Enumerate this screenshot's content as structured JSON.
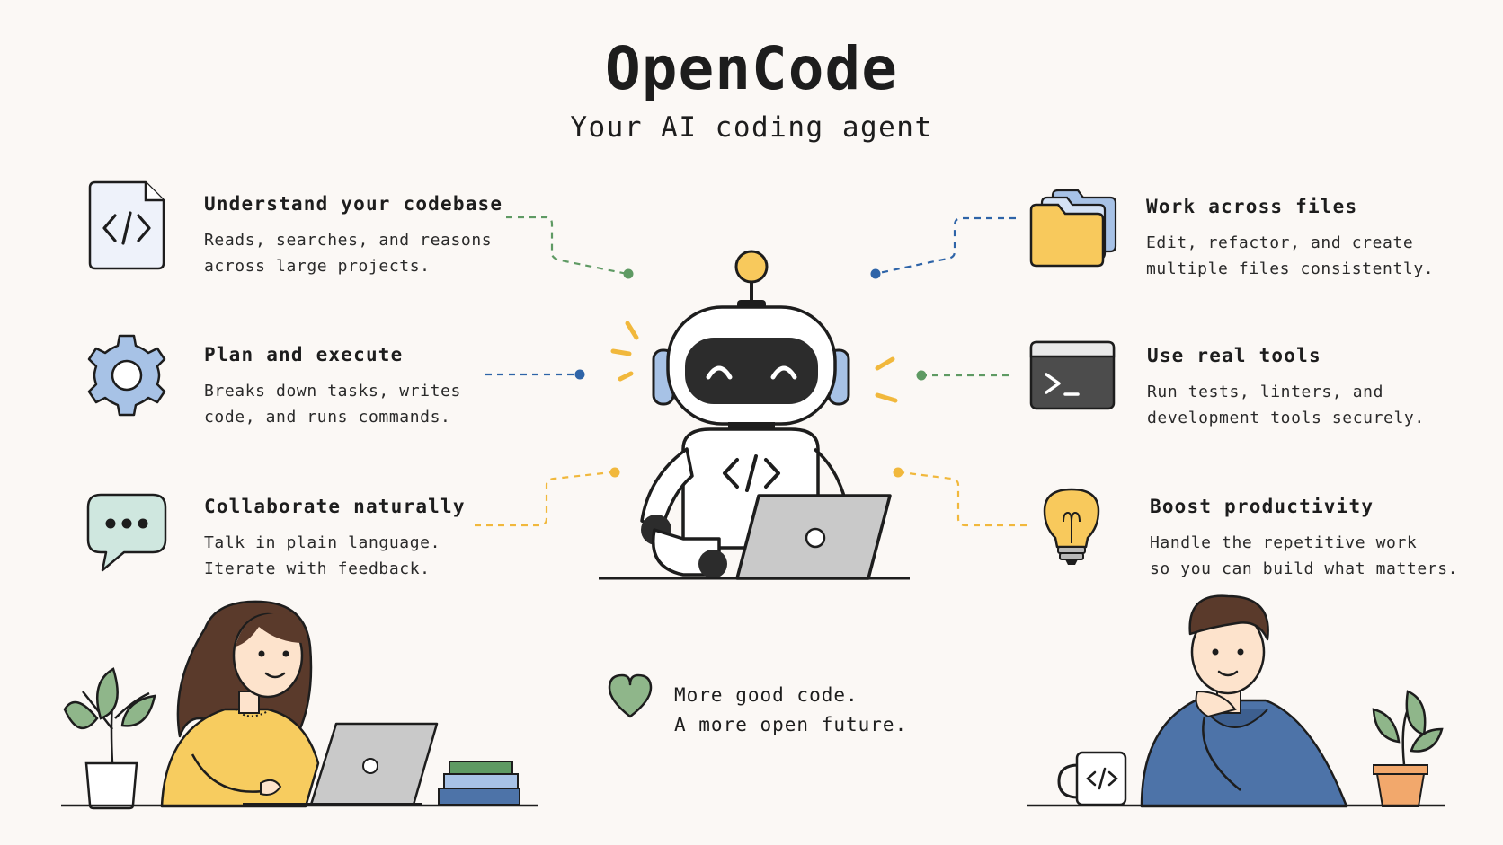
{
  "header": {
    "title": "OpenCode",
    "subtitle": "Your AI coding agent"
  },
  "features": [
    {
      "title": "Understand your codebase",
      "lines": [
        "Reads, searches, and reasons",
        "across large projects."
      ],
      "icon": "code-file-icon"
    },
    {
      "title": "Plan and execute",
      "lines": [
        "Breaks down tasks, writes",
        "code, and runs commands."
      ],
      "icon": "gear-icon"
    },
    {
      "title": "Collaborate naturally",
      "lines": [
        "Talk in plain language.",
        "Iterate with feedback."
      ],
      "icon": "chat-bubble-icon"
    },
    {
      "title": "Work across files",
      "lines": [
        "Edit, refactor, and create",
        "multiple files consistently."
      ],
      "icon": "folders-icon"
    },
    {
      "title": "Use real tools",
      "lines": [
        "Run tests, linters, and",
        "development tools securely."
      ],
      "icon": "terminal-icon"
    },
    {
      "title": "Boost productivity",
      "lines": [
        "Handle the repetitive work",
        "so you can build what matters."
      ],
      "icon": "lightbulb-icon"
    }
  ],
  "tagline": {
    "line1": "More good code.",
    "line2": "A more open future."
  },
  "colors": {
    "background": "#fbf8f5",
    "green": "#5e9a63",
    "blue": "#2e64a8",
    "orange": "#f1b83c",
    "yellow_folder": "#f8c95c",
    "gear_blue": "#a7c2e6",
    "chat_mint": "#cfe7df",
    "heart_green": "#8fb68a",
    "sweater_yellow": "#f7cc5f",
    "hoodie_blue": "#4d73a8"
  }
}
